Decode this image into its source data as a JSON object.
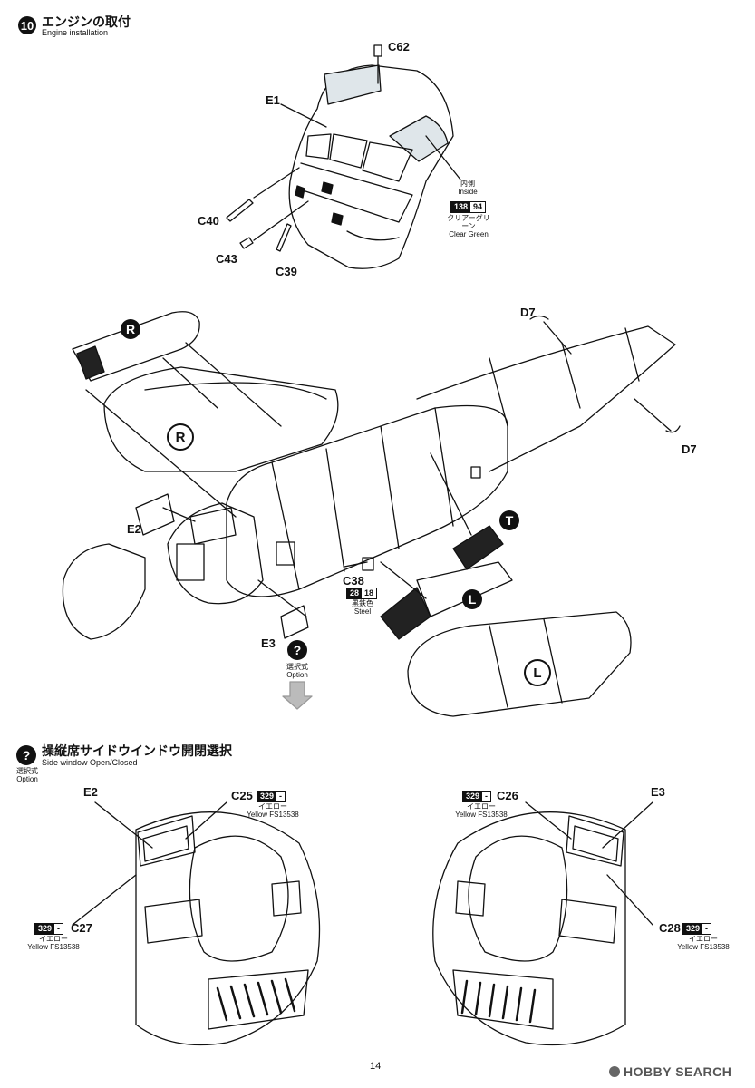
{
  "step10": {
    "number": "10",
    "title_jp": "エンジンの取付",
    "title_en": "Engine installation"
  },
  "parts_top": {
    "c62": "C62",
    "e1": "E1",
    "c40": "C40",
    "c43": "C43",
    "c39": "C39",
    "inside_jp": "内側",
    "inside_en": "Inside",
    "paint_a": "138",
    "paint_b": "94",
    "clear_green_jp": "クリアーグリーン",
    "clear_green_en": "Clear Green"
  },
  "parts_mid": {
    "d7_top": "D7",
    "d7_right": "D7",
    "r_badge": "R",
    "r_panel": "R",
    "t_badge": "T",
    "l_badge": "L",
    "l_panel": "L",
    "e2": "E2",
    "e3": "E3",
    "c38": "C38",
    "paint_a": "28",
    "paint_b": "18",
    "steel_jp": "黒鉄色",
    "steel_en": "Steel",
    "option_mark": "?",
    "option_jp": "選択式",
    "option_en": "Option"
  },
  "side_window": {
    "mark": "?",
    "title_jp": "操縦席サイドウインドウ開閉選択",
    "title_en": "Side window Open/Closed",
    "option_jp": "選択式",
    "option_en": "Option"
  },
  "left_view": {
    "e2": "E2",
    "c25": "C25",
    "c27": "C27",
    "paint_n": "329",
    "paint_dash": "-",
    "yellow_jp": "イエロー",
    "yellow_en": "Yellow FS13538"
  },
  "right_view": {
    "e3": "E3",
    "c26": "C26",
    "c28": "C28",
    "paint_n": "329",
    "paint_dash": "-",
    "yellow_jp": "イエロー",
    "yellow_en": "Yellow FS13538"
  },
  "footer": {
    "page": "14",
    "watermark": "HOBBY SEARCH"
  }
}
